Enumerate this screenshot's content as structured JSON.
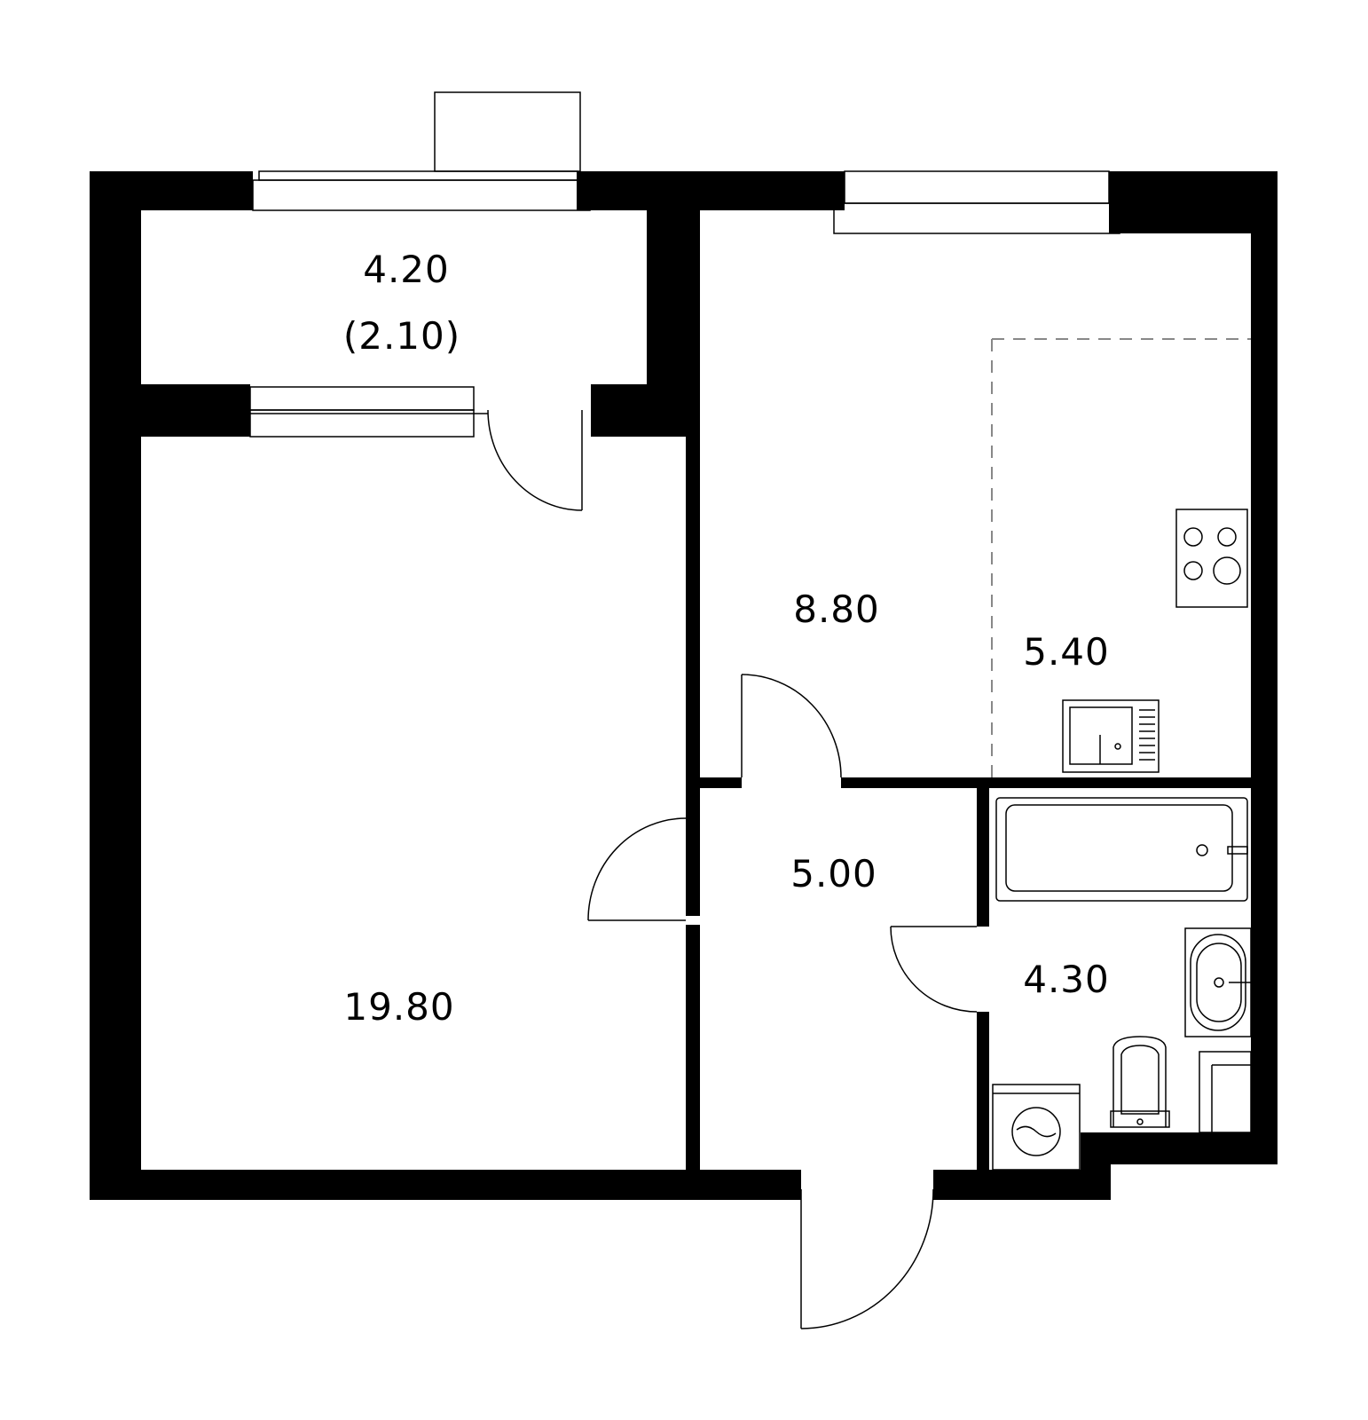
{
  "rooms": {
    "balcony": {
      "area": "4.20",
      "area_reduced": "(2.10)"
    },
    "living_room": {
      "area": "19.80"
    },
    "room": {
      "area": "8.80"
    },
    "kitchen": {
      "area": "5.40"
    },
    "hallway": {
      "area": "5.00"
    },
    "bathroom": {
      "area": "4.30"
    }
  },
  "fixtures": {
    "kitchen": [
      "stove-icon",
      "sink-icon"
    ],
    "bathroom": [
      "bathtub-icon",
      "washbasin-icon",
      "toilet-icon",
      "washing-machine-icon"
    ]
  },
  "colors": {
    "walls": "#000000",
    "background": "#ffffff",
    "zone_divider": "#888888"
  }
}
